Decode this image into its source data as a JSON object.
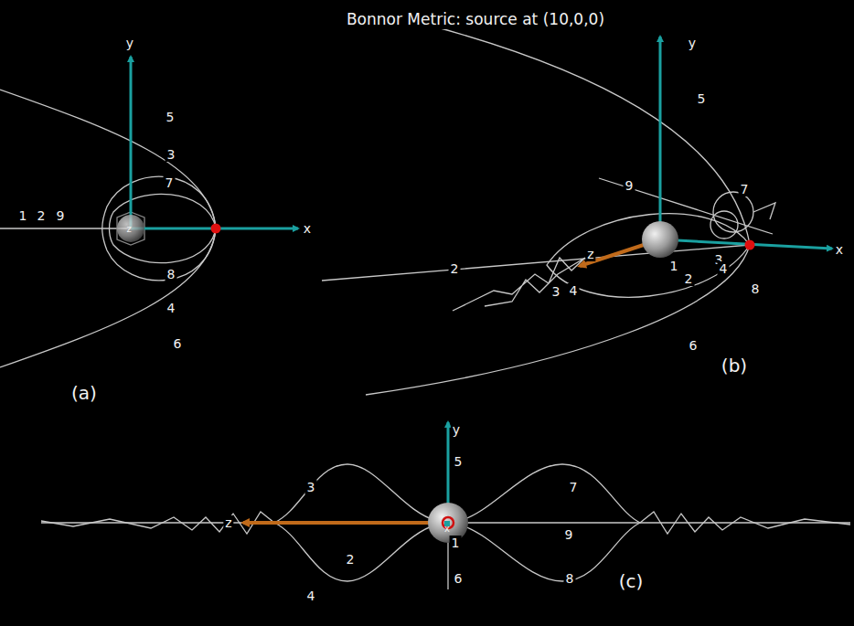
{
  "diagram": {
    "title": "Bonnor Metric: source at (10,0,0)",
    "labels": [
      "5",
      "3",
      "7",
      "1",
      "2",
      "9",
      "y",
      "x",
      "z",
      "8",
      "4",
      "6",
      "(a)",
      "y",
      "5",
      "9",
      "7",
      "3",
      "4",
      "1",
      "3",
      "2",
      "2",
      "4",
      "8",
      "6",
      "z",
      "x",
      "(b)",
      "y",
      "3",
      "7",
      "5",
      "z",
      "x",
      "2",
      "1",
      "9",
      "6",
      "8",
      "4",
      "(c)"
    ]
  }
}
